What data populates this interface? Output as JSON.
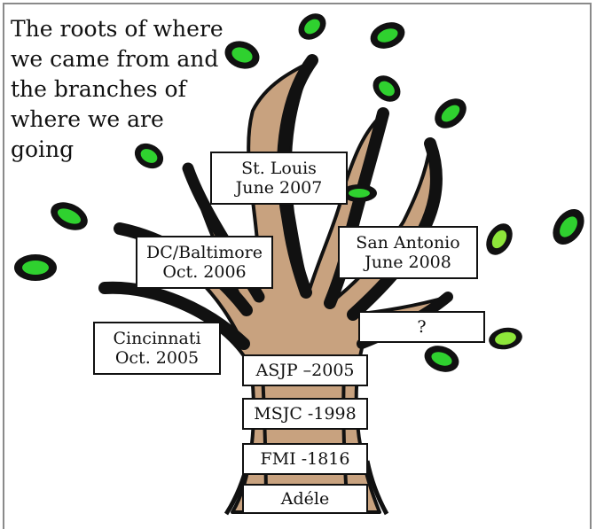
{
  "title": {
    "line1": "The roots of where",
    "line2": "we came from and",
    "line3": "the branches of",
    "line4": "where we are going"
  },
  "colors": {
    "trunk_fill": "#c8a27f",
    "outline": "#111111",
    "leaf_green": "#2fd12f",
    "leaf_light": "#8ee63a",
    "frame": "#8a8a8a"
  },
  "branches": {
    "st_louis": {
      "place": "St. Louis",
      "date": "June 2007"
    },
    "dc_baltimore": {
      "place": "DC/Baltimore",
      "date": "Oct. 2006"
    },
    "san_antonio": {
      "place": "San Antonio",
      "date": "June 2008"
    },
    "unknown": {
      "place": "?"
    },
    "cincinnati": {
      "place": "Cincinnati",
      "date": "Oct. 2005"
    }
  },
  "trunk": {
    "asjp": "ASJP –2005",
    "msjc": "MSJC  -1998",
    "fmi": "FMI -1816",
    "adele": "Adéle"
  }
}
